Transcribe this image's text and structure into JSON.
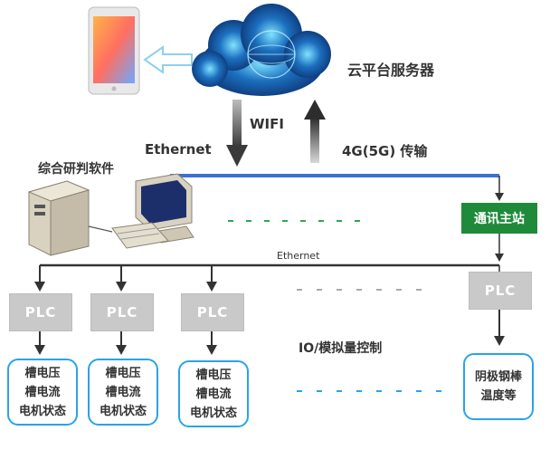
{
  "cloud": {
    "label": "云平台服务器"
  },
  "links": {
    "wifi": "WIFI",
    "ethernet_top": "Ethernet",
    "cellular": "4G(5G) 传输",
    "ethernet_bus": "Ethernet",
    "io_control": "IO/模拟量控制"
  },
  "software": {
    "label": "综合研判软件"
  },
  "station": {
    "label": "通讯主站"
  },
  "plcs": [
    {
      "label": "PLC"
    },
    {
      "label": "PLC"
    },
    {
      "label": "PLC"
    },
    {
      "label": "PLC"
    }
  ],
  "info_boxes": [
    {
      "lines": [
        "槽电压",
        "槽电流",
        "电机状态"
      ]
    },
    {
      "lines": [
        "槽电压",
        "槽电流",
        "电机状态"
      ]
    },
    {
      "lines": [
        "槽电压",
        "槽电流",
        "电机状态"
      ]
    },
    {
      "lines": [
        "阴极钢棒",
        "温度等"
      ]
    }
  ],
  "colors": {
    "accent_blue": "#2aa3e8",
    "station_green": "#1f8a3a",
    "bus_dark": "#333333",
    "top_bus_blue": "#3d6fd6"
  }
}
